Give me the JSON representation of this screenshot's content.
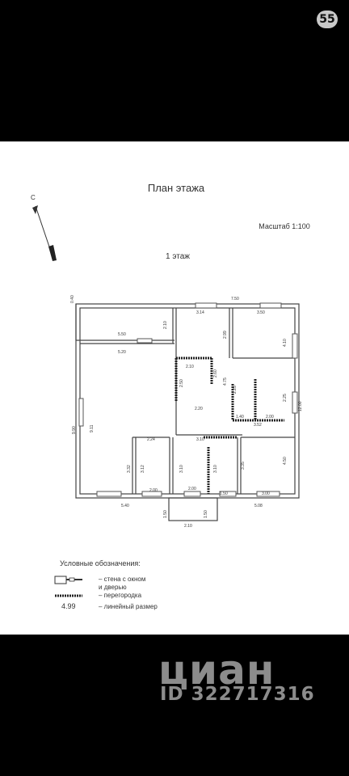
{
  "status": {
    "badge_text": "55"
  },
  "plan": {
    "title": "План этажа",
    "scale": "Масштаб 1:100",
    "floor": "1 этаж",
    "north": "С",
    "dimensions": [
      "0.40",
      "7.50",
      "2.10",
      "3.14",
      "3.50",
      "5.50",
      "2.99",
      "4.10",
      "5.20",
      "2.10",
      "2.60",
      "2.50",
      "4.75",
      "2.25",
      "2.25",
      "12.00",
      "2.20",
      "1.40",
      "2.00",
      "3.52",
      "9.90",
      "9.11",
      "2.24",
      "3.10",
      "3.32",
      "3.12",
      "3.10",
      "3.10",
      "3.35",
      "4.50",
      "2.00",
      "2.00",
      "1.50",
      "3.00",
      "5.40",
      "5.08",
      "1.50",
      "1.50",
      "2.10"
    ]
  },
  "legend": {
    "title": "Условные обозначения:",
    "items": [
      {
        "label1": "– стена с окном",
        "label2": "и дверью"
      },
      {
        "label1": "– перегородка"
      },
      {
        "sample": "4.99",
        "label1": "– линейный размер"
      }
    ]
  },
  "watermark": {
    "logo": "циан",
    "id": "ID 322717316"
  }
}
